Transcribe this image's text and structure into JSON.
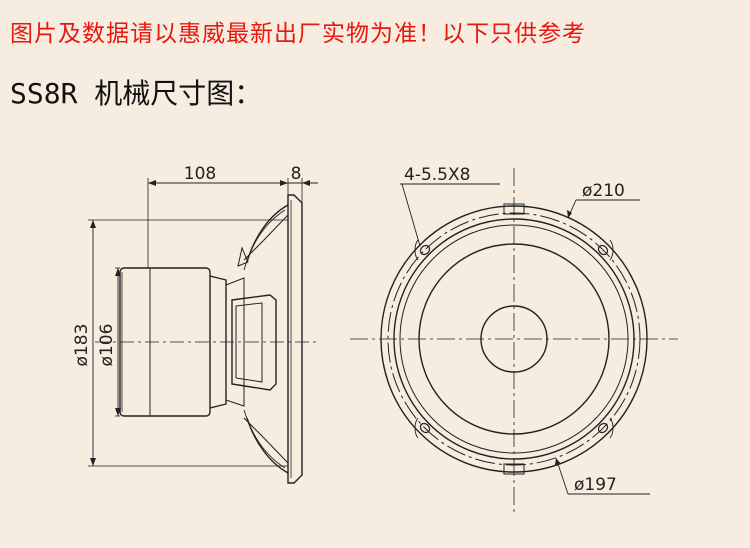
{
  "header": {
    "notice": "图片及数据请以惠威最新出厂实物为准！以下只供参考",
    "title": "SS8R 机械尺寸图："
  },
  "side_view": {
    "dim_depth": "108",
    "dim_flange": "8",
    "dim_outer": "ø183",
    "dim_magnet": "ø106"
  },
  "front_view": {
    "dim_holes": "4-5.5X8",
    "dim_outer": "ø210",
    "dim_bolt_circle": "ø197"
  },
  "colors": {
    "notice": "#e8180f",
    "background": "#f7ece0",
    "line": "#222222"
  }
}
